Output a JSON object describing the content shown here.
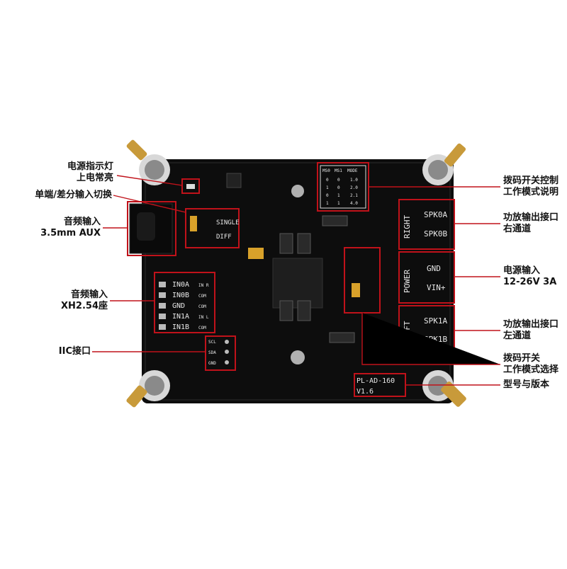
{
  "colors": {
    "board": "#0d0d0d",
    "callout": "#c0121a",
    "silk": "#e8e8e8",
    "brass": "#c89a3a"
  },
  "labels": {
    "power_led_line1": "电源指示灯",
    "power_led_line2": "上电常亮",
    "single_diff": "单端/差分输入切换",
    "audio_aux_line1": "音频输入",
    "audio_aux_line2": "3.5mm AUX",
    "audio_xh_line1": "音频输入",
    "audio_xh_line2": "XH2.54座",
    "iic": "IIC接口",
    "dip_desc_line1": "拨码开关控制",
    "dip_desc_line2": "工作模式说明",
    "right_out_line1": "功放输出接口",
    "right_out_line2": "右通道",
    "power_in_line1": "电源输入",
    "power_in_line2": "12-26V 3A",
    "left_out_line1": "功放输出接口",
    "left_out_line2": "左通道",
    "dip_select_line1": "拨码开关",
    "dip_select_line2": "工作模式选择",
    "model_version": "型号与版本"
  },
  "silkscreen": {
    "right": "RIGHT",
    "spk0a": "SPK0A",
    "spk0b": "SPK0B",
    "power": "POWER",
    "gnd": "GND",
    "vin": "VIN+",
    "left": "LEFT",
    "spk1a": "SPK1A",
    "spk1b": "SPK1B",
    "in0a": "IN0A",
    "in0b": "IN0B",
    "gnd_in": "GND",
    "in1a": "IN1A",
    "in1b": "IN1B",
    "in_r": "IN R",
    "com1": "COM",
    "com2": "COM",
    "in_l": "IN L",
    "com3": "COM",
    "single": "SINGLE",
    "diff": "DIFF",
    "scl": "SCL",
    "sda": "SDA",
    "gnd_iic": "GND",
    "model": "PL-AD-160",
    "version": "V1.6",
    "table_h1": "MS0",
    "table_h2": "MS1",
    "table_h3": "MODE",
    "table_rows": [
      [
        "0",
        "0",
        "1.0"
      ],
      [
        "1",
        "0",
        "2.0"
      ],
      [
        "0",
        "1",
        "2.1"
      ],
      [
        "1",
        "1",
        "4.0"
      ]
    ]
  }
}
